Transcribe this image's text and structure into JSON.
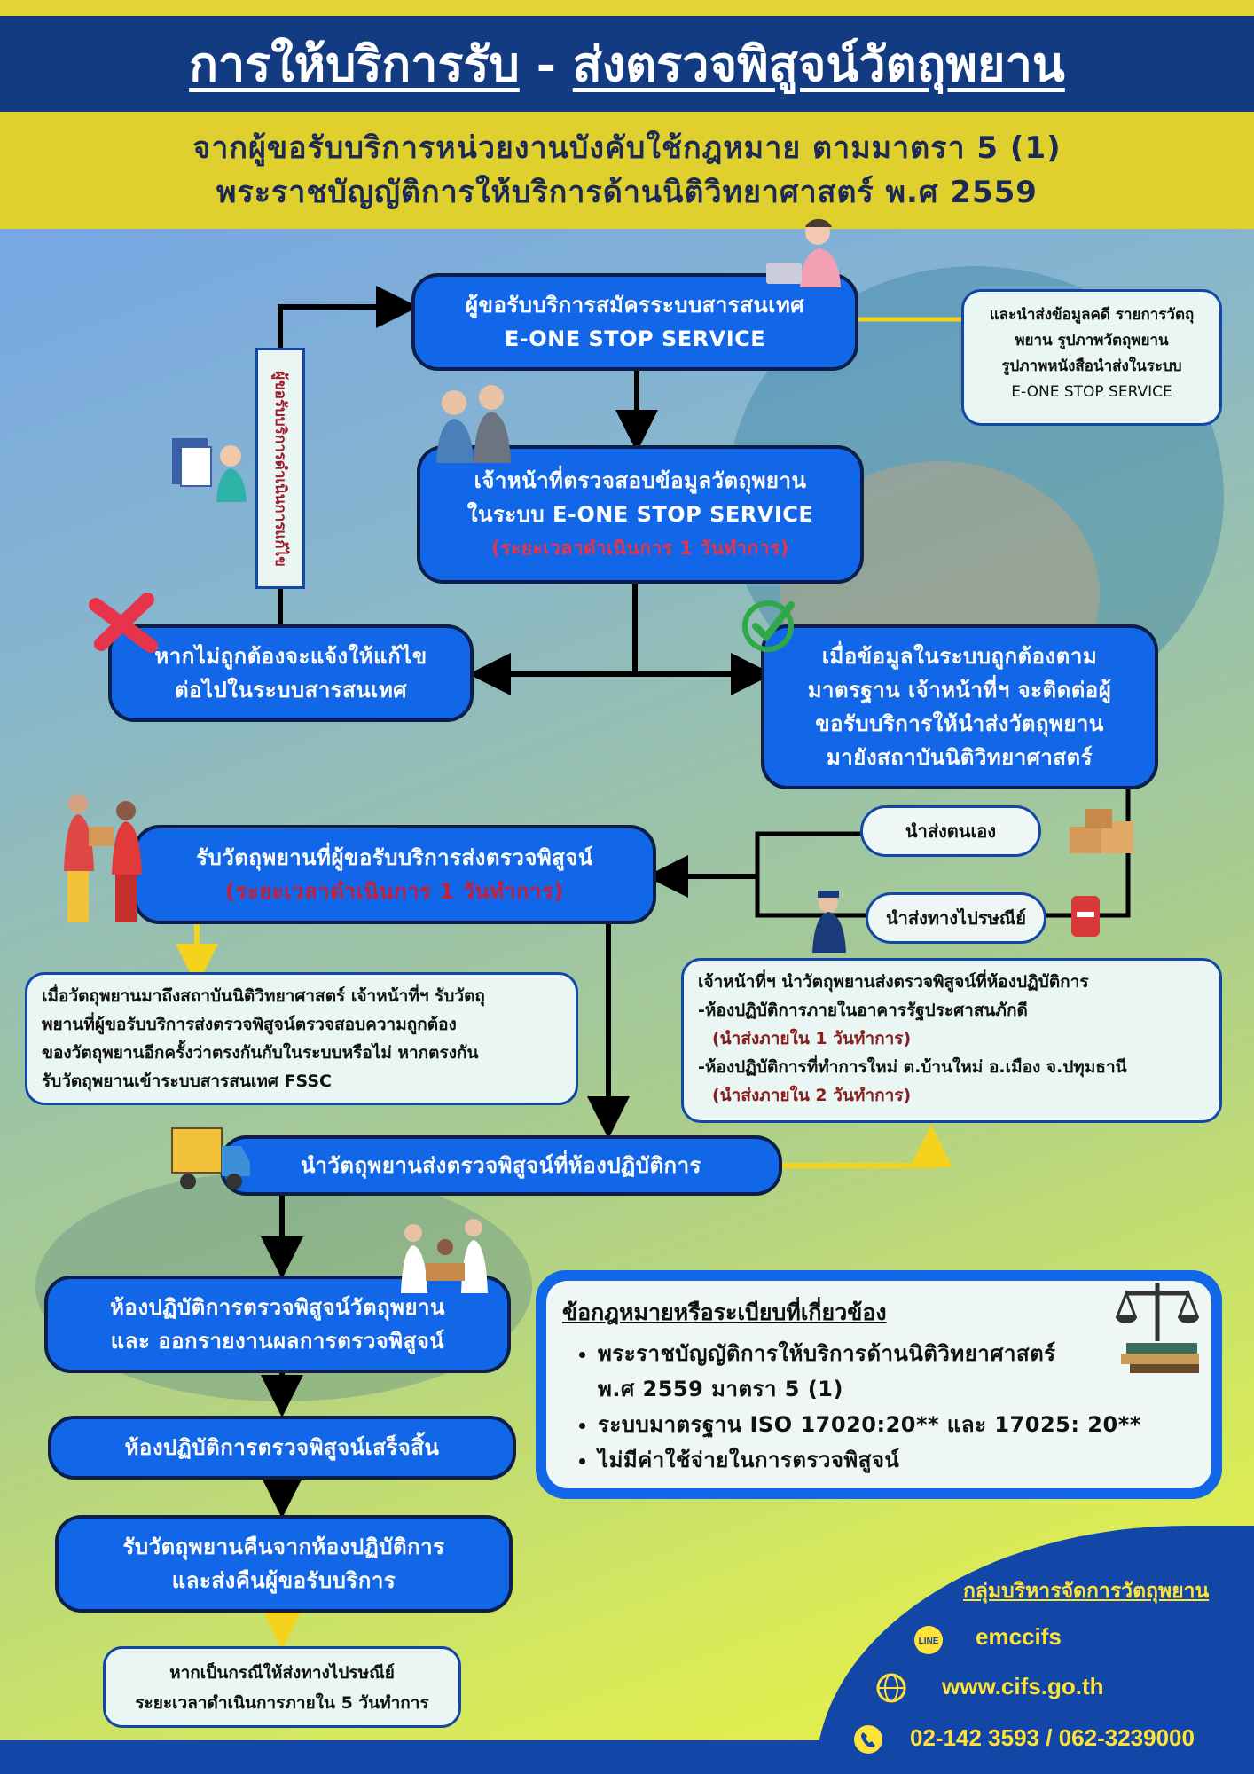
{
  "title": {
    "part1": "การให้บริการรับ",
    "sep": " - ",
    "part2": "ส่งตรวจพิสูจน์วัตถุพยาน"
  },
  "subtitle": {
    "line1": "จากผู้ขอรับบริการหน่วยงานบังคับใช้กฎหมาย ตามมาตรา 5 (1)",
    "line2": "พระราชบัญญัติการให้บริการด้านนิติวิทยาศาสตร์ พ.ศ 2559"
  },
  "steps": {
    "register": {
      "line1": "ผู้ขอรับบริการสมัครระบบสารสนเทศ",
      "line2": "E-ONE STOP SERVICE"
    },
    "register_note": {
      "line1": "และนำส่งข้อมูลคดี รายการวัตถุ",
      "line2": "พยาน รูปภาพวัตถุพยาน",
      "line3": "รูปภาพหนังสือนำส่งในระบบ",
      "line4": "E-ONE STOP SERVICE"
    },
    "verify": {
      "line1": "เจ้าหน้าที่ตรวจสอบข้อมูลวัตถุพยาน",
      "line2": "ในระบบ E-ONE STOP SERVICE",
      "line3": "(ระยะเวลาดำเนินการ 1 วันทำการ)"
    },
    "correction_label": "ผู้ขอรับบริการดำเนินการแก้ไข",
    "incorrect": {
      "line1": "หากไม่ถูกต้องจะแจ้งให้แก้ไข",
      "line2": "ต่อไปในระบบสารสนเทศ"
    },
    "correct": {
      "line1": "เมื่อข้อมูลในระบบถูกต้องตาม",
      "line2": "มาตรฐาน เจ้าหน้าที่ฯ จะติดต่อผู้",
      "line3": "ขอรับบริการให้นำส่งวัตถุพยาน",
      "line4": "มายังสถาบันนิติวิทยาศาสตร์"
    },
    "deliver_self": "นำส่งตนเอง",
    "deliver_post": "นำส่งทางไปรษณีย์",
    "receive": {
      "line1": "รับวัตถุพยานที่ผู้ขอรับบริการส่งตรวจพิสูจน์",
      "line2": "(ระยะเวลาดำเนินการ 1 วันทำการ)"
    },
    "receive_note": {
      "line1": "เมื่อวัตถุพยานมาถึงสถาบันนิติวิทยาศาสตร์ เจ้าหน้าที่ฯ รับวัตถุ",
      "line2": "พยานที่ผู้ขอรับบริการส่งตรวจพิสูจน์ตรวจสอบความถูกต้อง",
      "line3": "ของวัตถุพยานอีกครั้งว่าตรงกันกับในระบบหรือไม่ หากตรงกัน",
      "line4": "รับวัตถุพยานเข้าระบบสารสนเทศ FSSC"
    },
    "lab_note": {
      "line1": "เจ้าหน้าที่ฯ นำวัตถุพยานส่งตรวจพิสูจน์ที่ห้องปฏิบัติการ",
      "line2": "-ห้องปฏิบัติการภายในอาคารรัฐประศาสนภักดี",
      "line3": "(นำส่งภายใน 1 วันทำการ)",
      "line4": "-ห้องปฏิบัติการที่ทำการใหม่ ต.บ้านใหม่ อ.เมือง จ.ปทุมธานี",
      "line5": "(นำส่งภายใน 2 วันทำการ)"
    },
    "send_lab": "นำวัตถุพยานส่งตรวจพิสูจน์ที่ห้องปฏิบัติการ",
    "examine": {
      "line1": "ห้องปฏิบัติการตรวจพิสูจน์วัตถุพยาน",
      "line2": "และ ออกรายงานผลการตรวจพิสูจน์"
    },
    "done": "ห้องปฏิบัติการตรวจพิสูจน์เสร็จสิ้น",
    "return": {
      "line1": "รับวัตถุพยานคืนจากห้องปฏิบัติการ",
      "line2": "และส่งคืนผู้ขอรับบริการ"
    },
    "post_note": {
      "line1": "หากเป็นกรณีให้ส่งทางไปรษณีย์",
      "line2": "ระยะเวลาดำเนินการภายใน 5 วันทำการ"
    }
  },
  "legal": {
    "title": "ข้อกฎหมายหรือระเบียบที่เกี่ยวข้อง",
    "items": [
      "พระราชบัญญัติการให้บริการด้านนิติวิทยาศาสตร์",
      "พ.ศ 2559 มาตรา 5 (1)",
      "ระบบมาตรฐาน ISO 17020:20** และ 17025: 20**",
      "ไม่มีค่าใช้จ่ายในการตรวจพิสูจน์"
    ]
  },
  "contact": {
    "group": "กลุ่มบริหารจัดการวัตถุพยาน",
    "line_id": "emccifs",
    "website": "www.cifs.go.th",
    "phone": "02-142 3593 / 062-3239000"
  },
  "colors": {
    "navy": "#123b82",
    "box_blue": "#1266e8",
    "yellow": "#f5d21c",
    "note_bg": "#e9f6f4",
    "red_accent": "#e8344a"
  },
  "icons": [
    "person-laptop-icon",
    "officers-icon",
    "documents-icon",
    "cross-mark-icon",
    "check-mark-icon",
    "delivery-people-icon",
    "parcel-boxes-icon",
    "postman-icon",
    "mailbox-icon",
    "delivery-truck-icon",
    "scientists-icon",
    "scales-of-justice-icon",
    "line-app-icon",
    "globe-icon",
    "phone-icon"
  ]
}
